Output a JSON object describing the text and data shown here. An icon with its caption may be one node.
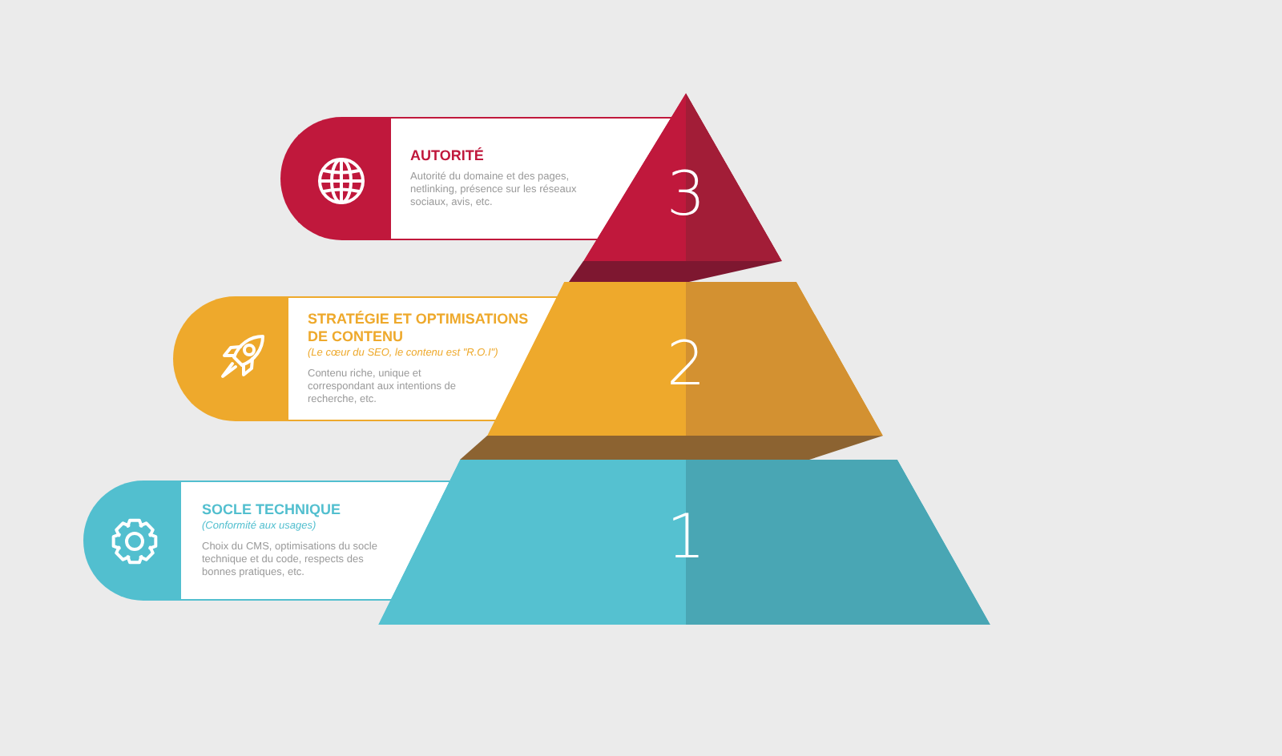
{
  "diagram": {
    "nodes": [
      {
        "text": [
          "AUTORITÉ",
          "Autorité du domaine et des pages, netlinking, présence sur les réseaux sociaux, avis, etc."
        ]
      },
      {
        "text": [
          "3"
        ]
      },
      {
        "text": [
          "STRATÉGIE ET OPTIMISATIONS DE CONTENU",
          "(Le cœur du SEO, le contenu est \"R.O.I\")",
          "Contenu riche, unique et correspondant aux intentions de recherche, etc."
        ]
      },
      {
        "text": [
          "2"
        ]
      },
      {
        "text": [
          "SOCLE TECHNIQUE",
          "(Conformité aux usages)",
          "Choix du CMS, optimisations du socle technique et du code, respects des bonnes pratiques, etc."
        ]
      },
      {
        "text": [
          "1"
        ]
      }
    ]
  }
}
